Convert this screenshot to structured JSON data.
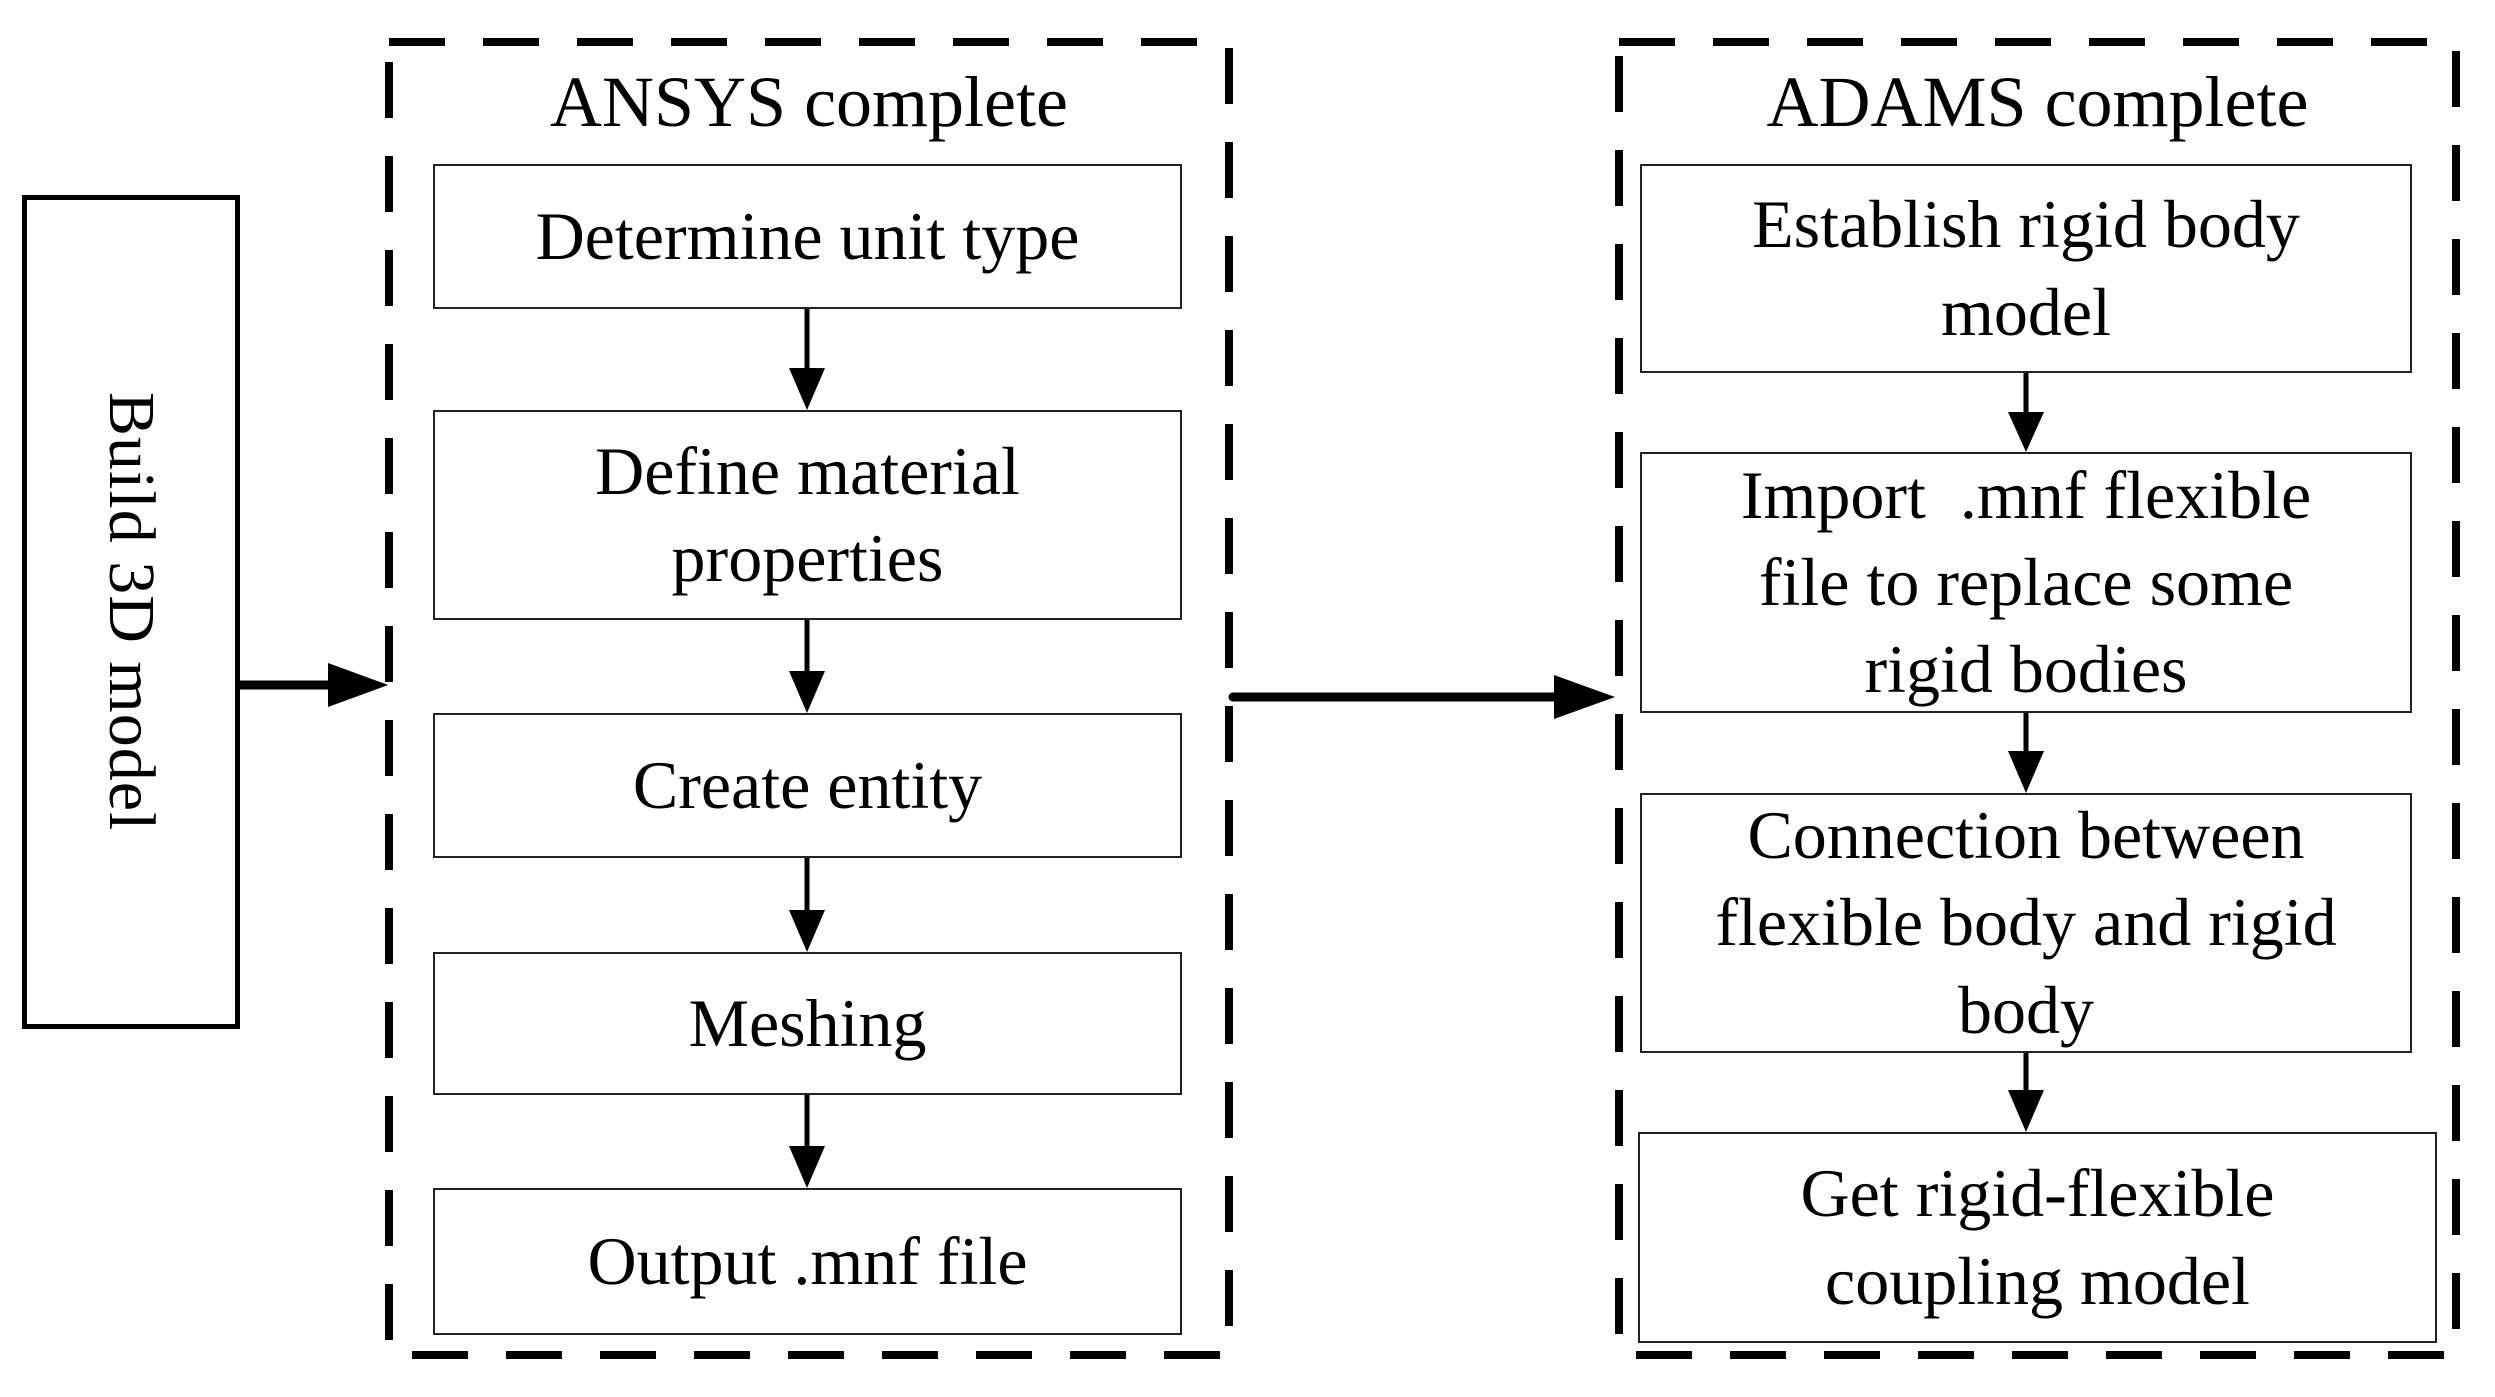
{
  "page": {
    "background_color": "#ffffff",
    "ink_color": "#000000"
  },
  "diagram": {
    "build_box": {
      "label": "Build 3D model"
    },
    "ansys": {
      "title": "ANSYS complete",
      "steps": [
        "Determine unit type",
        "Define material\nproperties",
        "Create entity",
        "Meshing",
        "Output .mnf file"
      ]
    },
    "adams": {
      "title": "ADAMS complete",
      "steps": [
        "Establish rigid body\nmodel",
        "Import  .mnf flexible\nfile to replace some\nrigid bodies",
        "Connection between\nflexible body and rigid\nbody",
        "Get rigid-flexible\ncoupling model"
      ]
    }
  }
}
